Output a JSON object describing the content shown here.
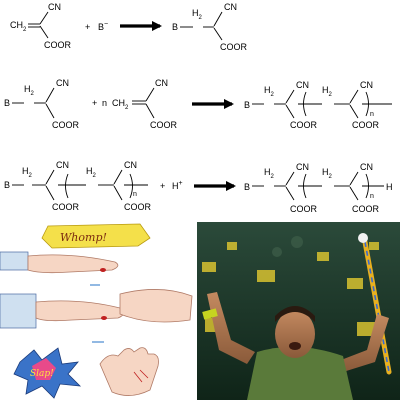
{
  "scheme": {
    "labels": {
      "cn": "CN",
      "cooR": "COOR",
      "ch2": "CH",
      "h2": "H",
      "sub2": "2",
      "b": "B",
      "bminus": "B",
      "minus": "−",
      "plus": "+",
      "n": "n",
      "hplus": "H",
      "hplus_sup": "+",
      "h": "H"
    }
  },
  "cartoon": {
    "top_bubble": "Whomp!",
    "bottom_burst": "Slap!"
  },
  "colors": {
    "arrow": "#000000",
    "bubble_fill": "#f4e04a",
    "burst_fill": "#3a73c8",
    "burst_inner": "#e84a8a",
    "stadium_bg": "#1a3a2a",
    "crowd_yellow": "#d8c230",
    "jersey": "#5a7a3a",
    "stick": "#e8b020"
  }
}
